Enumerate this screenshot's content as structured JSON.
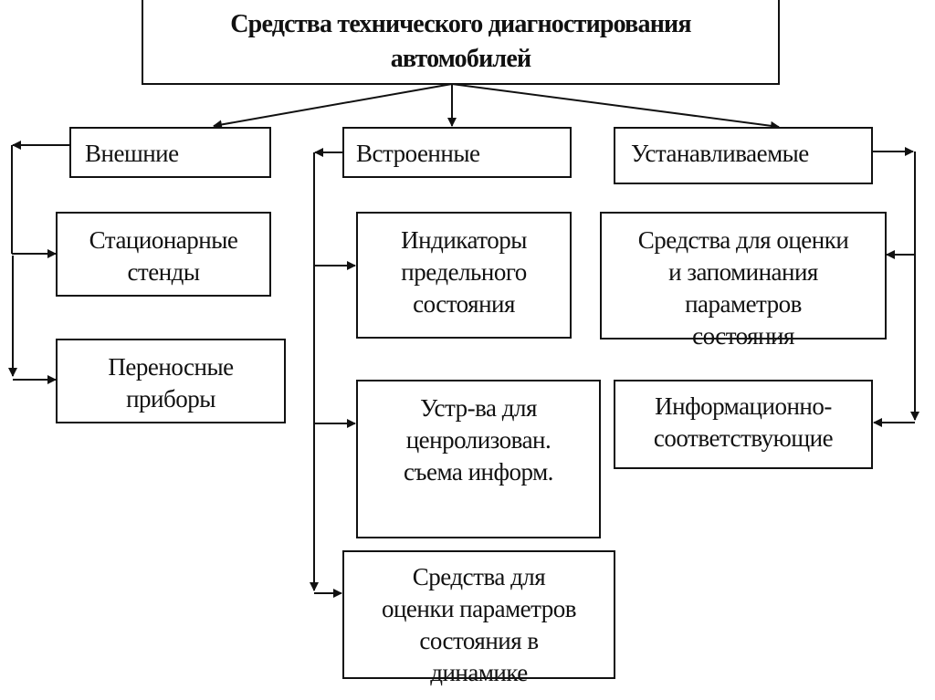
{
  "diagram": {
    "title": "Средства технического диагностирования\nавтомобилей",
    "categories": [
      {
        "id": "external",
        "label": "Внешние",
        "children": [
          "Стационарные\nстенды",
          "Переносные\nприборы"
        ]
      },
      {
        "id": "builtin",
        "label": "Встроенные",
        "children": [
          "Индикаторы\nпредельного\nсостояния",
          "Устр-ва для\nценролизован.\nсъема информ.",
          "Средства для\nоценки параметров\nсостояния в\nдинамике"
        ]
      },
      {
        "id": "installed",
        "label": "Устанавливаемые",
        "children": [
          "Средства для оценки\nи запоминания\nпараметров\nсостояния",
          "Информационно-\nсоответствующие"
        ]
      }
    ],
    "line_color": "#111111",
    "background": "#ffffff"
  }
}
